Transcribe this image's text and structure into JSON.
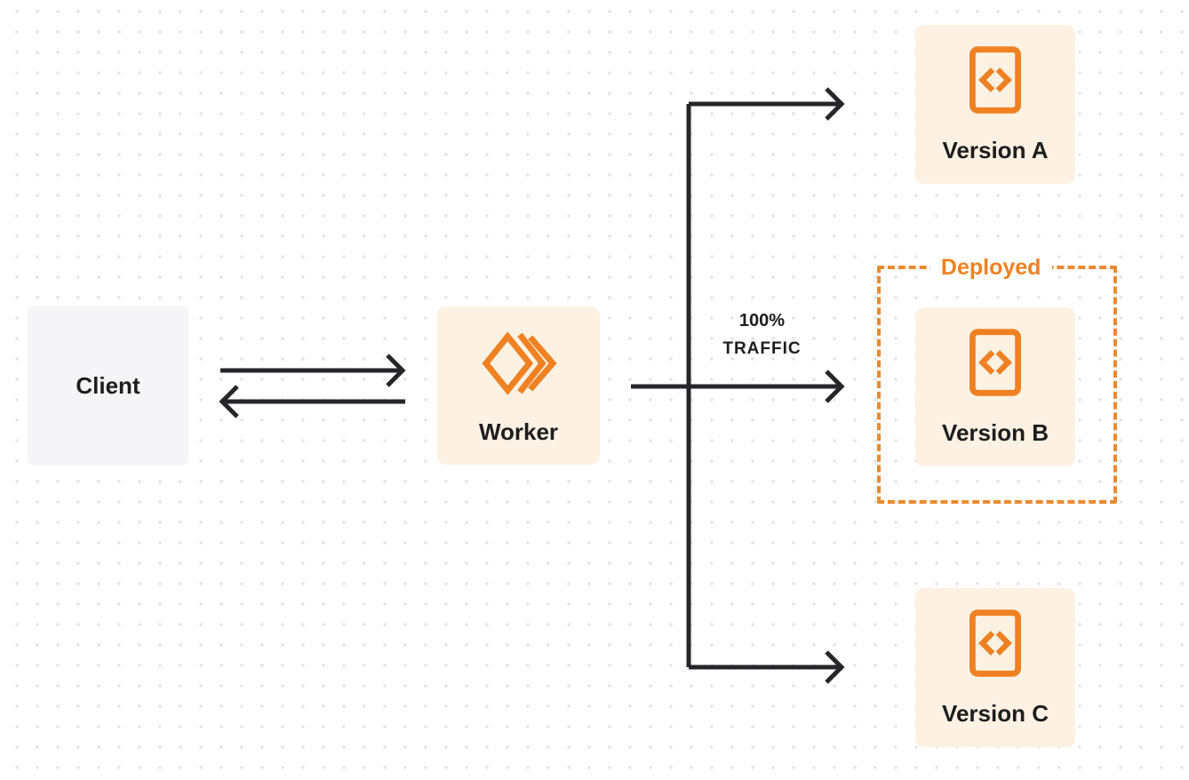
{
  "diagram": {
    "nodes": {
      "client": {
        "label": "Client"
      },
      "worker": {
        "label": "Worker"
      },
      "version_a": {
        "label": "Version A"
      },
      "version_b": {
        "label": "Version B"
      },
      "version_c": {
        "label": "Version C"
      }
    },
    "traffic_label": {
      "line1": "100%",
      "line2": "TRAFFIC"
    },
    "deployed_group": {
      "label": "Deployed"
    },
    "icons": {
      "worker": "workers-double-chevron-diamond-icon",
      "version": "code-file-icon"
    },
    "colors": {
      "accent_orange": "#EF8122",
      "deployed_border_orange": "#EC8A2F",
      "node_bg_cream": "#FCF1E2",
      "client_bg_gray": "#F5F5F7",
      "arrow_line": "#26262A",
      "label_text": "#1D1D1F",
      "dot_grid": "#E2E2E4",
      "background": "#FFFFFF"
    }
  }
}
